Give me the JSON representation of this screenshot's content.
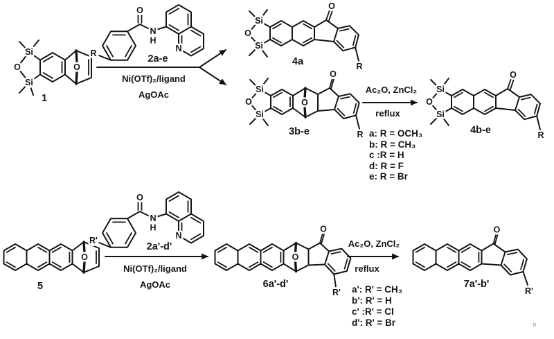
{
  "atoms": {
    "O": "O",
    "Si": "Si",
    "N": "N",
    "H": "H"
  },
  "scheme1": {
    "compound1_label": "1",
    "reagent_label": "2a-e",
    "r_label": "R",
    "step1_line1": "Ni(OTf)₂/ligand",
    "step1_line2": "AgOAc",
    "product_a_label": "4a",
    "intermediate_label": "3b-e",
    "step2_line1": "Ac₂O, ZnCl₂",
    "step2_line2": "reflux",
    "substituents": [
      "a: R = OCH₃",
      "b: R = CH₃",
      "c :R = H",
      "d: R = F",
      "e: R = Br"
    ],
    "product_b_label": "4b-e"
  },
  "scheme2": {
    "compound5_label": "5",
    "reagent_label": "2a'-d'",
    "r_label": "R'",
    "step1_line1": "Ni(OTf)₂/ligand",
    "step1_line2": "AgOAc",
    "product_label": "6a'-d'",
    "step2_line1": "Ac₂O, ZnCl₂",
    "step2_line2": "reflux",
    "substituents": [
      "a': R' = CH₃",
      "b': R' = H",
      "c' :R' = Cl",
      "d': R' = Br"
    ],
    "final_label": "7a'-b'"
  },
  "misc": {
    "corner_mark": "o"
  },
  "colors": {
    "ink": "#141414",
    "background": "#ffffff"
  }
}
